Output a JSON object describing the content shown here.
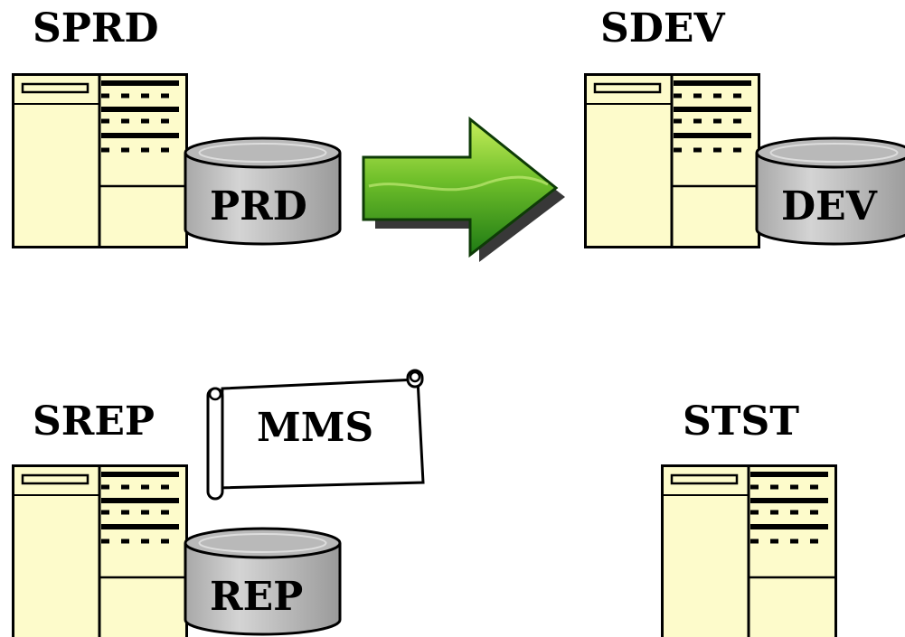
{
  "diagram": {
    "servers": [
      {
        "id": "sprd",
        "label": "SPRD",
        "db_label": "PRD"
      },
      {
        "id": "sdev",
        "label": "SDEV",
        "db_label": "DEV"
      },
      {
        "id": "srep",
        "label": "SREP",
        "db_label": "REP",
        "scroll_label": "MMS"
      },
      {
        "id": "stst",
        "label": "STST"
      }
    ],
    "arrow": {
      "from": "sprd",
      "to": "sdev"
    }
  },
  "colors": {
    "server_fill": "#fdfbcb",
    "outline": "#000000",
    "db_fill": "#c8c8c8",
    "db_top": "#b8b8b8",
    "arrow_light": "#a9e142",
    "arrow_dark": "#1e7a14"
  },
  "icons": [
    "server-icon",
    "database-icon",
    "scroll-icon",
    "arrow-right-icon"
  ]
}
